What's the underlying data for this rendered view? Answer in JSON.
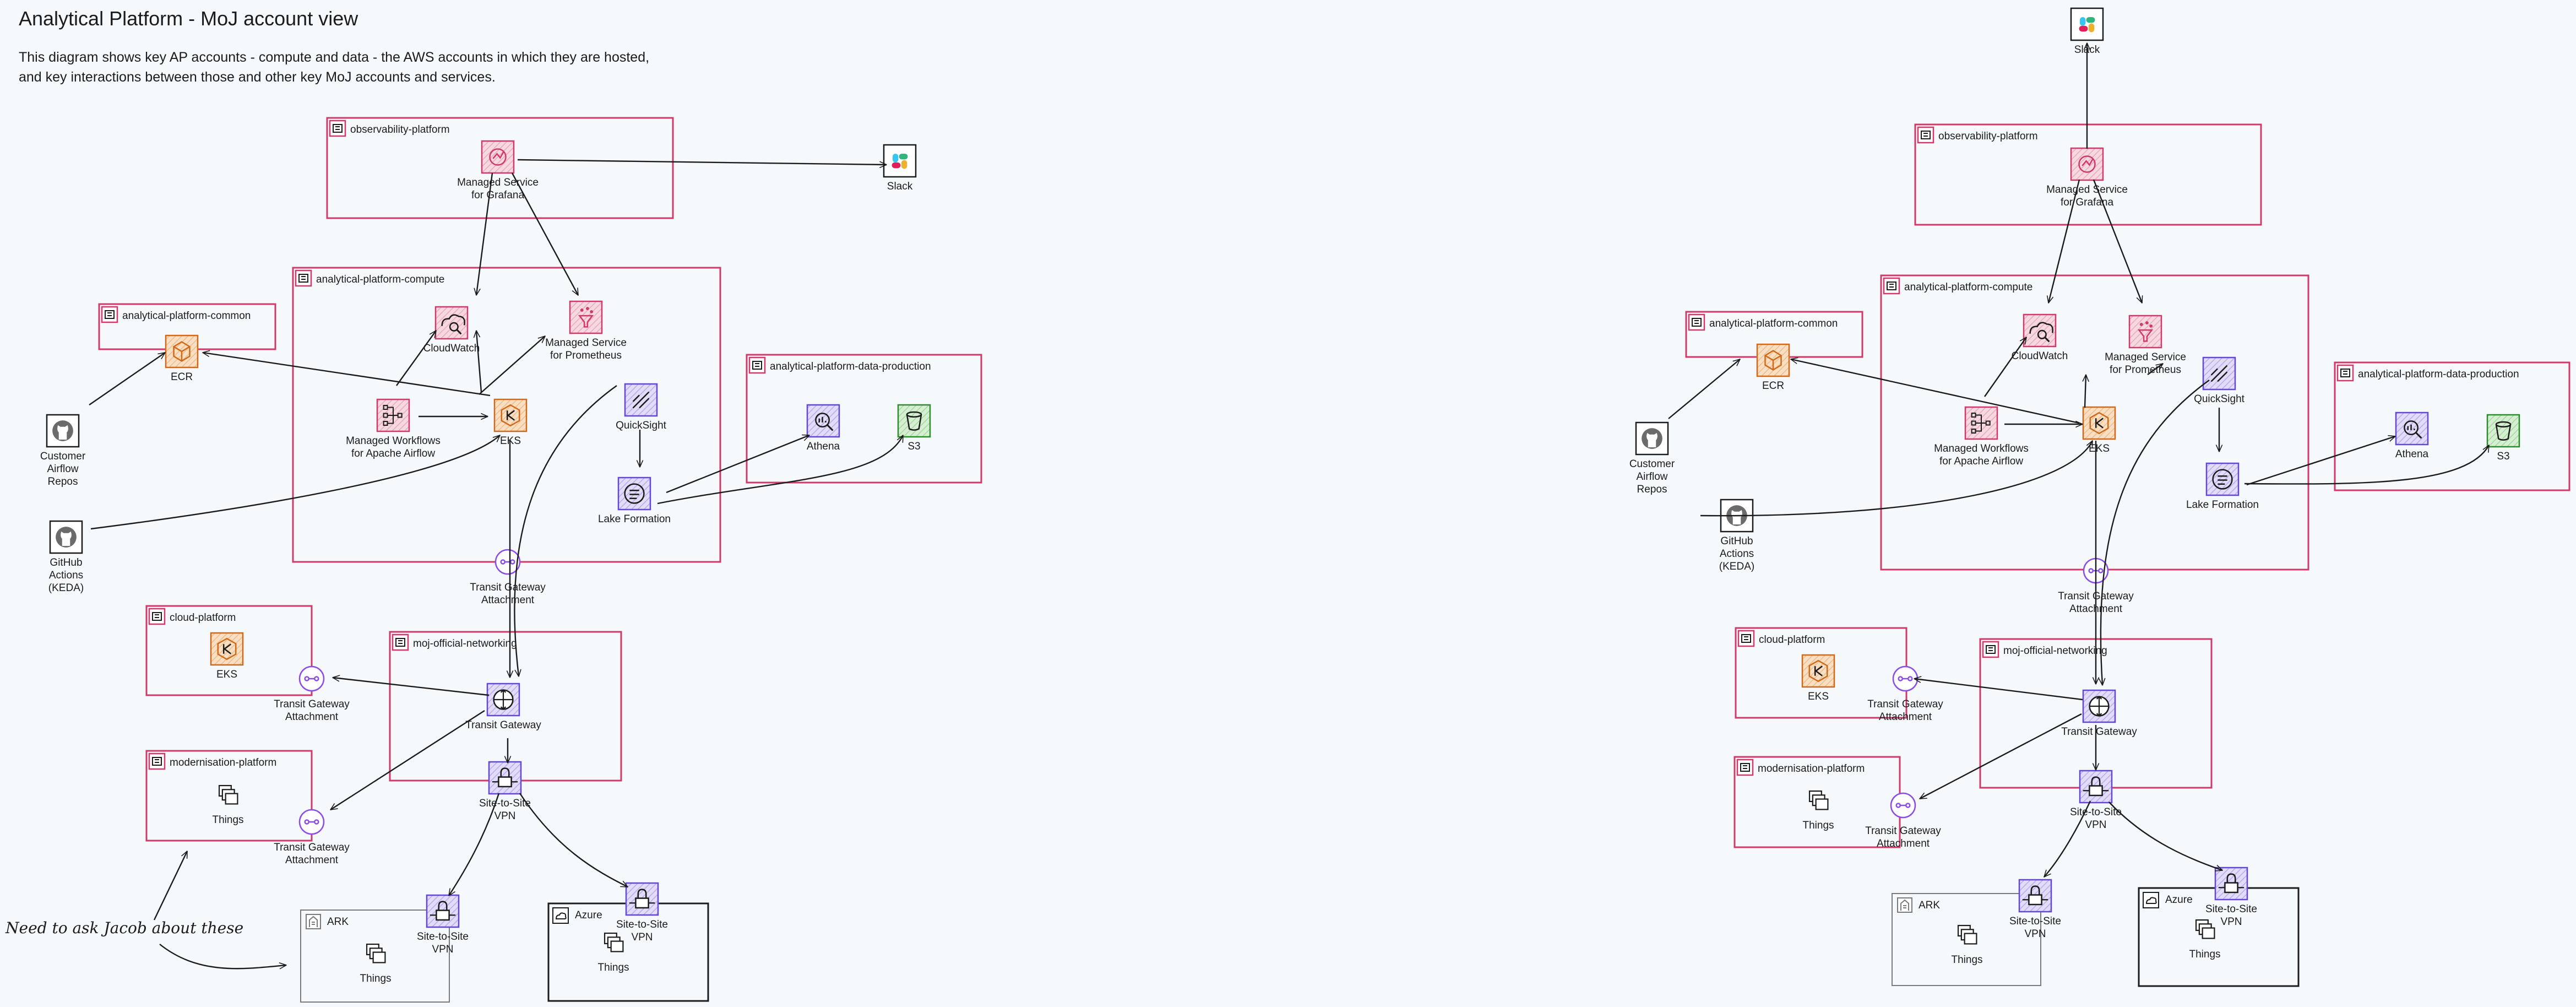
{
  "title": "Analytical Platform - MoJ account view",
  "description": [
    "This diagram shows key AP accounts - compute and data - the AWS accounts in which they are hosted,",
    "and key interactions between those and other key MoJ accounts and services."
  ],
  "annotation": "Need to ask Jacob about these",
  "colors": {
    "account_border": "#cf3a6a",
    "management_icon": "#cf3a6a",
    "management_fill": "#f6d8e1",
    "compute_icon": "#d06a1a",
    "compute_fill": "#f8dfc3",
    "analytics_icon": "#6547d6",
    "analytics_fill": "#e2dcf7",
    "storage_icon": "#2e8b2e",
    "storage_fill": "#d6efd3",
    "attachment_icon": "#8a4de6"
  },
  "groups": {
    "observability_platform": "observability-platform",
    "analytical_platform_compute": "analytical-platform-compute",
    "analytical_platform_common": "analytical-platform-common",
    "analytical_platform_data_production": "analytical-platform-data-production",
    "cloud_platform": "cloud-platform",
    "moj_official_networking": "moj-official-networking",
    "modernisation_platform": "modernisation-platform",
    "ark": "ARK",
    "azure": "Azure"
  },
  "nodes": {
    "slack": [
      "Slack"
    ],
    "grafana": [
      "Managed Service",
      "for Grafana"
    ],
    "cloudwatch": [
      "CloudWatch"
    ],
    "prometheus": [
      "Managed Service",
      "for Prometheus"
    ],
    "ecr": [
      "ECR"
    ],
    "airflow": [
      "Managed Workflows",
      "for Apache Airflow"
    ],
    "eks": [
      "EKS"
    ],
    "quicksight": [
      "QuickSight"
    ],
    "lake_formation": [
      "Lake Formation"
    ],
    "athena": [
      "Athena"
    ],
    "s3": [
      "S3"
    ],
    "customer_airflow_repos": [
      "Customer",
      "Airflow",
      "Repos"
    ],
    "github_actions": [
      "GitHub",
      "Actions",
      "(KEDA)"
    ],
    "tgw_attachment_compute": [
      "Transit Gateway",
      "Attachment"
    ],
    "cloud_platform_eks": [
      "EKS"
    ],
    "tgw_attachment_cloud": [
      "Transit Gateway",
      "Attachment"
    ],
    "transit_gateway": [
      "Transit Gateway"
    ],
    "site_to_site_vpn": [
      "Site-to-Site",
      "VPN"
    ],
    "modernisation_things": [
      "Things"
    ],
    "tgw_attachment_modernisation": [
      "Transit Gateway",
      "Attachment"
    ],
    "ark_things": [
      "Things"
    ],
    "ark_vpn": [
      "Site-to-Site",
      "VPN"
    ],
    "azure_vpn": [
      "Site-to-Site",
      "VPN"
    ],
    "azure_things": [
      "Things"
    ]
  },
  "icons": {
    "slack": "slack-logo-icon",
    "grafana": "grafana-icon",
    "cloudwatch": "cloudwatch-icon",
    "prometheus": "prometheus-icon",
    "ecr": "container-registry-icon",
    "airflow": "workflow-icon",
    "eks": "kubernetes-icon",
    "quicksight": "quicksight-icon",
    "lake_formation": "lake-formation-icon",
    "athena": "athena-icon",
    "s3": "bucket-icon",
    "github": "github-icon",
    "attachment": "transit-gateway-attachment-icon",
    "transit_gateway": "transit-gateway-icon",
    "vpn": "vpn-lock-icon",
    "things": "stacked-squares-icon",
    "account": "aws-account-icon",
    "ark": "building-icon",
    "azure": "cloud-icon"
  }
}
